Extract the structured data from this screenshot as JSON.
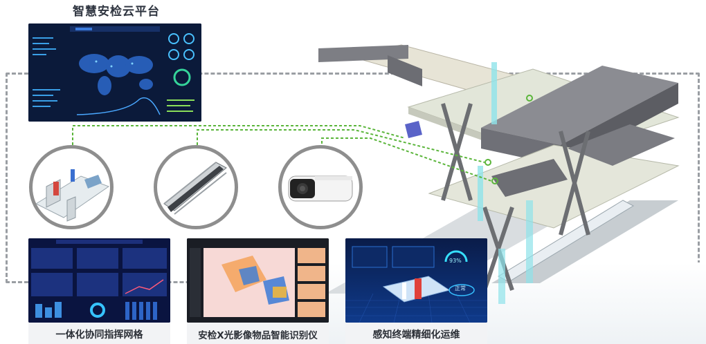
{
  "header": {
    "title": "智慧安检云平台"
  },
  "captions": {
    "grid": "一体化协同指挥网格",
    "xray": "安检X光影像物品智能识别仪",
    "ops": "感知终端精细化运维"
  },
  "ops_panel": {
    "status_label": "正常",
    "percent": "93%"
  },
  "colors": {
    "panel_dark": "#0b1a3a",
    "connector_green": "#5ab53a",
    "frame_gray": "#9a9ea3",
    "building_gray": "#6f7077",
    "glass_cyan": "#8fe3ea"
  },
  "icons": [
    "security-gate-icon",
    "escalator-icon",
    "camera-icon"
  ]
}
